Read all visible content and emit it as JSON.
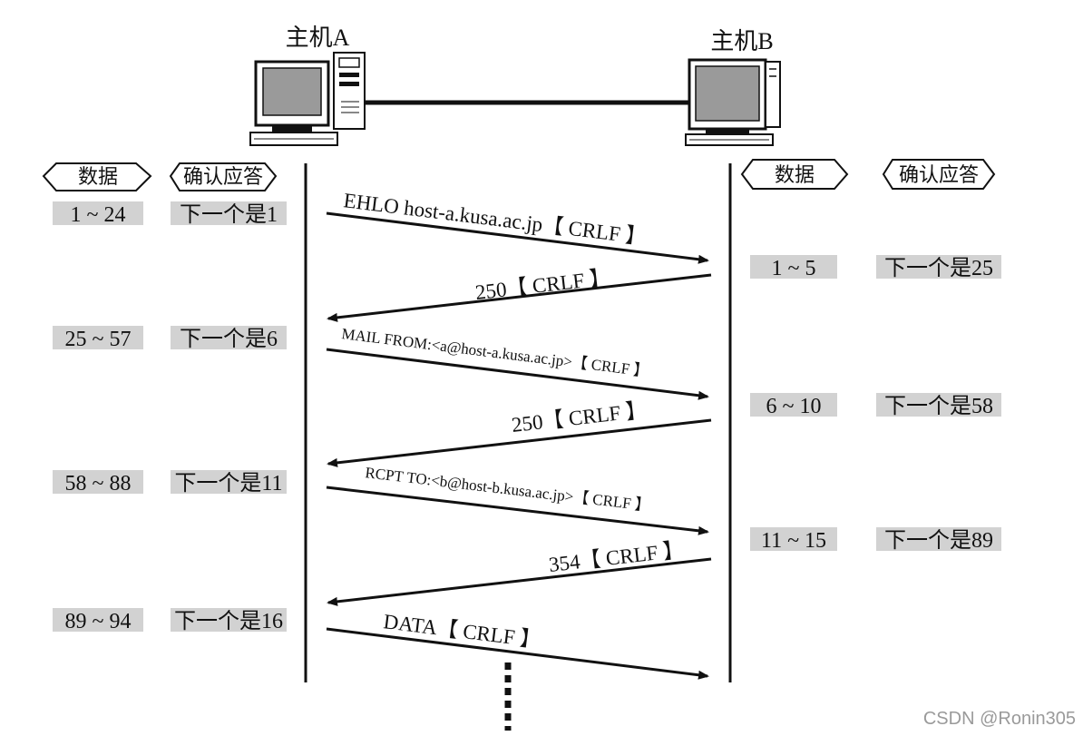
{
  "hosts": {
    "a": {
      "label": "主机A"
    },
    "b": {
      "label": "主机B"
    }
  },
  "headers": {
    "left": {
      "data": "数据",
      "ack": "确认应答"
    },
    "right": {
      "data": "数据",
      "ack": "确认应答"
    }
  },
  "left_rows": [
    {
      "data": "1 ~ 24",
      "ack": "下一个是1"
    },
    {
      "data": "25 ~ 57",
      "ack": "下一个是6"
    },
    {
      "data": "58 ~ 88",
      "ack": "下一个是11"
    },
    {
      "data": "89 ~ 94",
      "ack": "下一个是16"
    }
  ],
  "right_rows": [
    {
      "data": "1 ~ 5",
      "ack": "下一个是25"
    },
    {
      "data": "6 ~ 10",
      "ack": "下一个是58"
    },
    {
      "data": "11 ~ 15",
      "ack": "下一个是89"
    }
  ],
  "messages": [
    {
      "text": "EHLO host-a.kusa.ac.jp【 CRLF 】",
      "direction": "A-to-B"
    },
    {
      "text": "250【 CRLF 】",
      "direction": "B-to-A"
    },
    {
      "text": "MAIL FROM:<a@host-a.kusa.ac.jp>【 CRLF 】",
      "direction": "A-to-B"
    },
    {
      "text": "250【 CRLF 】",
      "direction": "B-to-A"
    },
    {
      "text": "RCPT TO:<b@host-b.kusa.ac.jp>【 CRLF 】",
      "direction": "A-to-B"
    },
    {
      "text": "354【 CRLF 】",
      "direction": "B-to-A"
    },
    {
      "text": "DATA【 CRLF 】",
      "direction": "A-to-B"
    }
  ],
  "watermark": "CSDN @Ronin305"
}
